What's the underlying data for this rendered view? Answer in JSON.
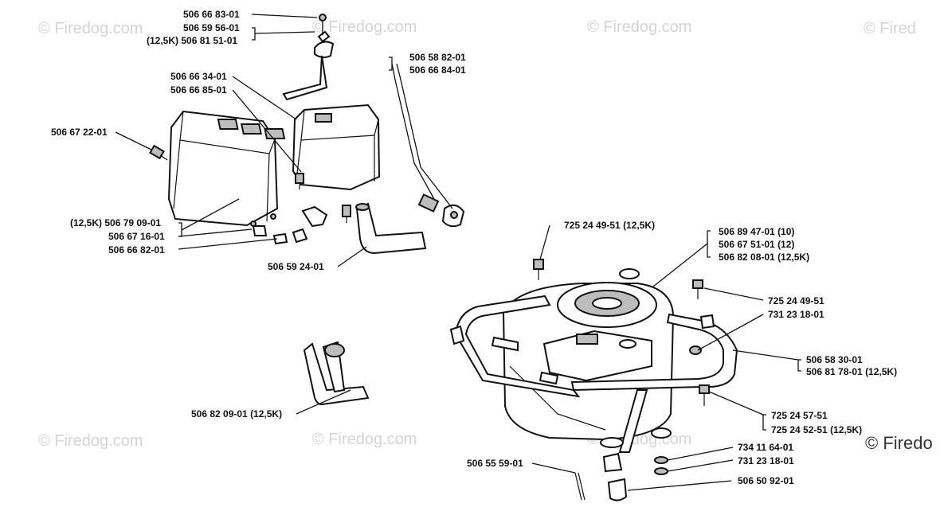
{
  "watermarks": [
    "© Firedog.com",
    "© Firedog.com",
    "© Firedog.com",
    "© Fired",
    "© Firedog.com",
    "© Firedog.com",
    "© Firedog.com"
  ],
  "corner_watermark": "© Firedo",
  "labels": {
    "p_506668301": "506 66 83-01",
    "p_506595601": "506 59 56-01",
    "p_506815101": "(12,5K) 506 81 51-01",
    "p_506588201": "506 58 82-01",
    "p_506668401": "506 66 84-01",
    "p_506663401": "506 66 34-01",
    "p_506668501": "506 66 85-01",
    "p_506672201": "506 67 22-01",
    "p_506790901": "(12,5K) 506 79 09-01",
    "p_506671601": "506 67 16-01",
    "p_506668201": "506 66 82-01",
    "p_506592401": "506 59 24-01",
    "p_725244951a": "725 24 49-51 (12,5K)",
    "p_506894701": "506 89 47-01 (10)",
    "p_506675101": "506 67 51-01 (12)",
    "p_506820801": "506 82 08-01 (12,5K)",
    "p_725244951b": "725 24 49-51",
    "p_731231801a": "731 23 18-01",
    "p_506583001": "506 58 30-01",
    "p_506817801": "506 81 78-01 (12,5K)",
    "p_506820901": "506 82 09-01 (12,5K)",
    "p_725245751": "725 24 57-51",
    "p_725245251": "725 24 52-51 (12,5K)",
    "p_734116401": "734 11 64-01",
    "p_731231801b": "731 23 18-01",
    "p_506555901": "506 55 59-01",
    "p_506509201": "506 50 92-01"
  }
}
